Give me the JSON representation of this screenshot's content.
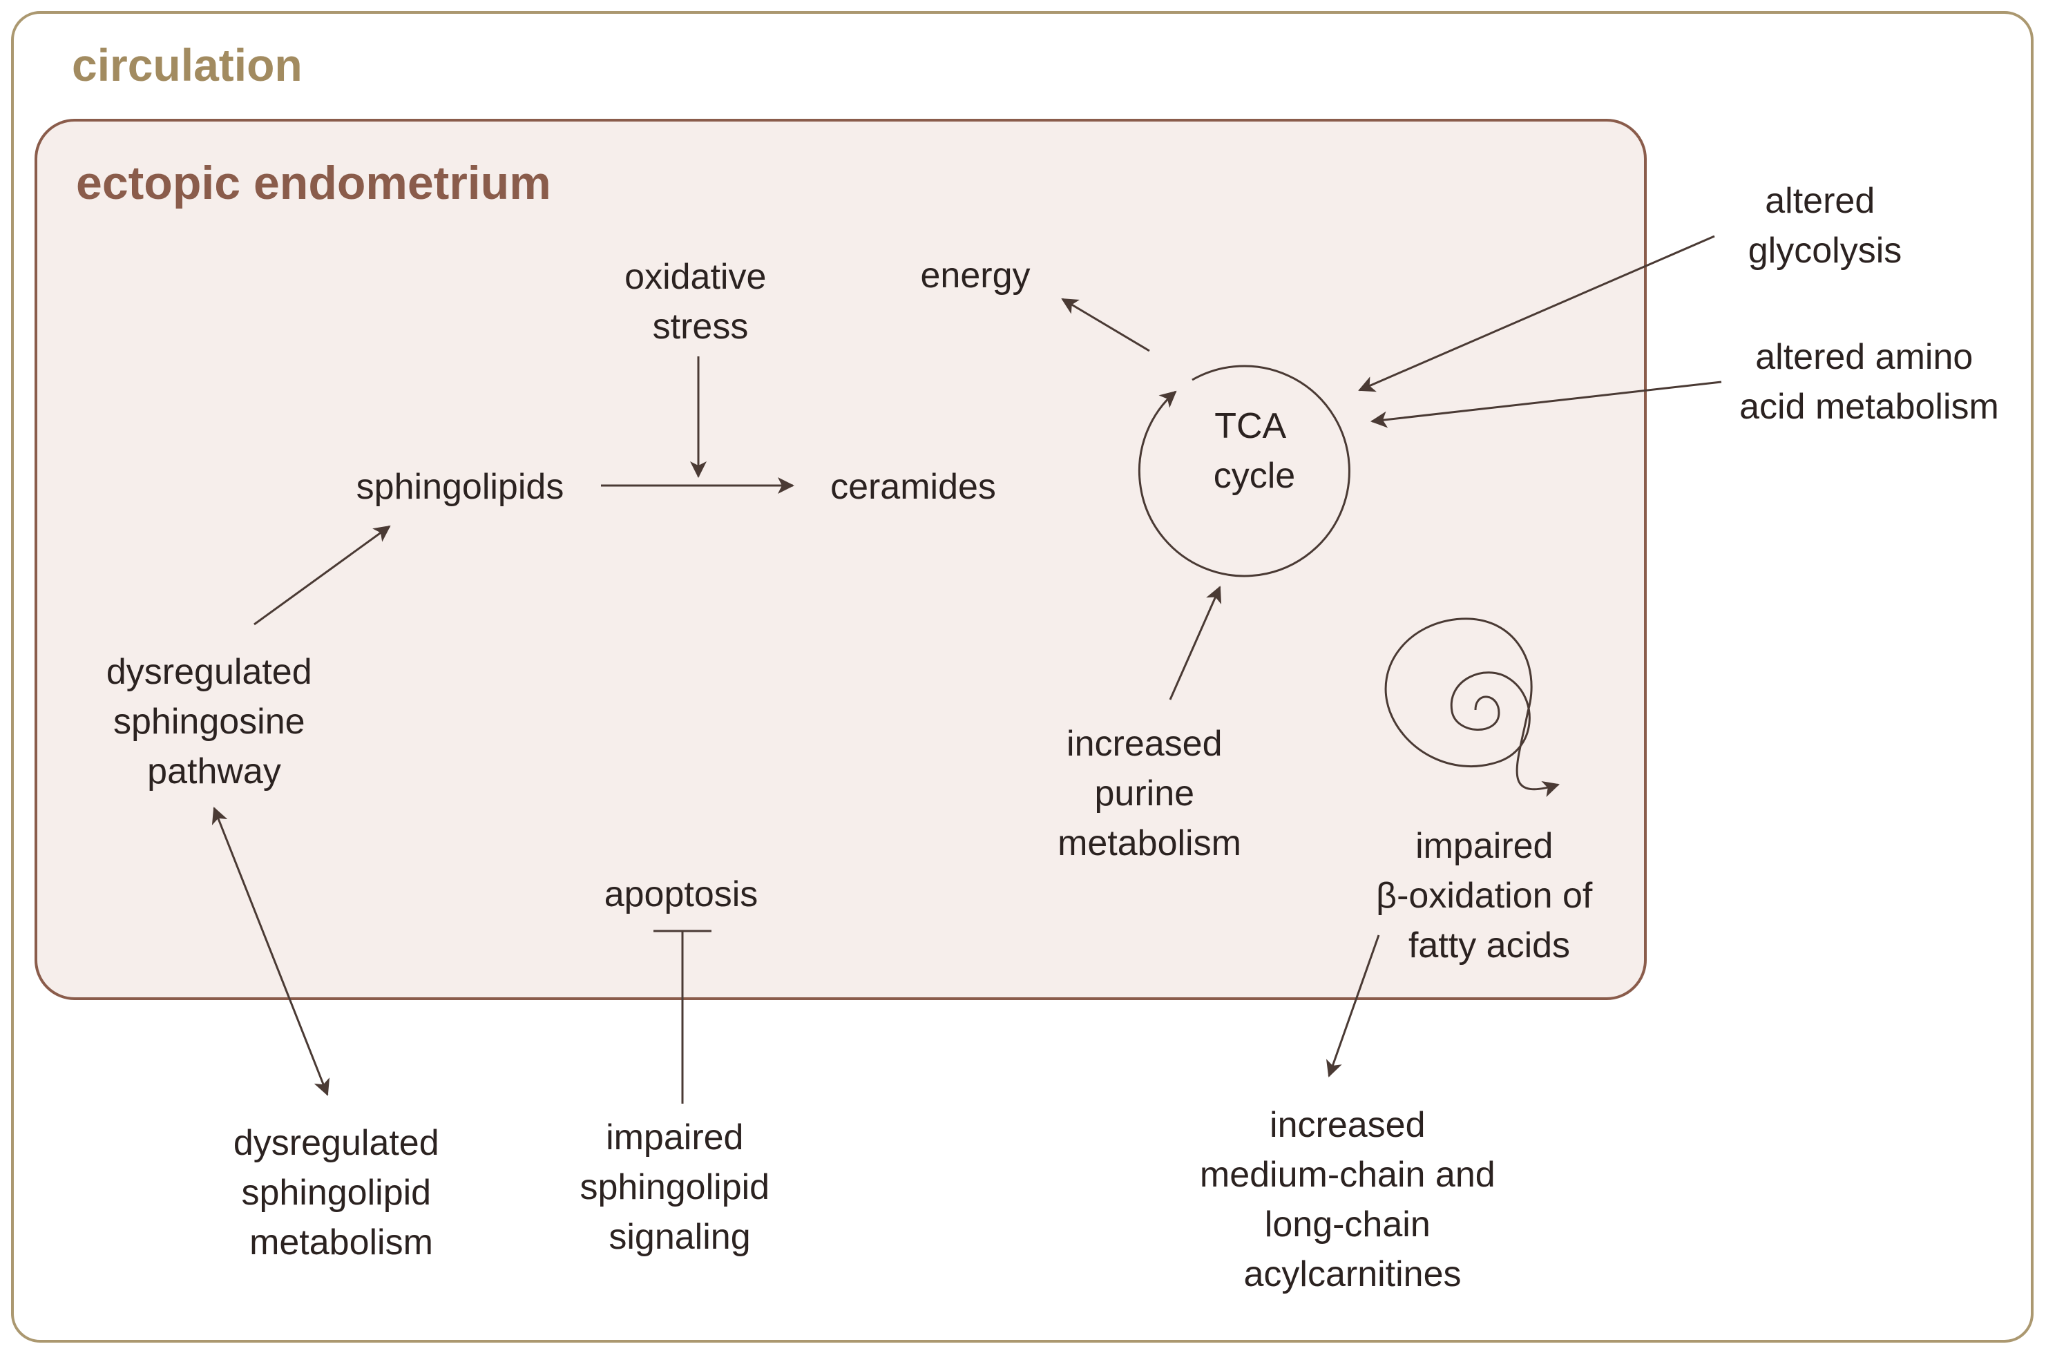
{
  "colors": {
    "outer_border": "#ab9870",
    "outer_title": "#a28b60",
    "inner_fill": "#f6eeeb",
    "inner_border": "#8a5c4b",
    "inner_title": "#8a5c4b",
    "text": "#2b2220",
    "edge": "#4a3a34"
  },
  "compartments": {
    "outer": {
      "title": "circulation"
    },
    "inner": {
      "title": "ectopic endometrium"
    }
  },
  "nodes": {
    "oxidative_stress": [
      "oxidative",
      "stress"
    ],
    "energy": [
      "energy"
    ],
    "sphingolipids": [
      "sphingolipids"
    ],
    "ceramides": [
      "ceramides"
    ],
    "tca_cycle": [
      "TCA",
      "cycle"
    ],
    "altered_glycolysis": [
      "altered",
      "glycolysis"
    ],
    "altered_amino_acid": [
      "altered amino",
      "acid metabolism"
    ],
    "dysregulated_sphingosine": [
      "dysregulated",
      "sphingosine",
      "pathway"
    ],
    "increased_purine": [
      "increased",
      "purine",
      "metabolism"
    ],
    "impaired_beta_oxidation": [
      "impaired",
      "β-oxidation of",
      "fatty acids"
    ],
    "apoptosis": [
      "apoptosis"
    ],
    "dysregulated_sphingolipid_metabolism": [
      "dysregulated",
      "sphingolipid",
      "metabolism"
    ],
    "impaired_sphingolipid_signaling": [
      "impaired",
      "sphingolipid",
      "signaling"
    ],
    "increased_acylcarnitines": [
      "increased",
      "medium-chain and",
      "long-chain",
      "acylcarnitines"
    ]
  },
  "edges": [
    {
      "from": "oxidative_stress",
      "to": "sphingolipids-ceramides-arrow",
      "type": "arrow"
    },
    {
      "from": "sphingolipids",
      "to": "ceramides",
      "type": "arrow"
    },
    {
      "from": "tca_cycle",
      "to": "energy",
      "type": "arrow"
    },
    {
      "from": "altered_glycolysis",
      "to": "tca_cycle",
      "type": "arrow"
    },
    {
      "from": "altered_amino_acid",
      "to": "tca_cycle",
      "type": "arrow"
    },
    {
      "from": "increased_purine",
      "to": "tca_cycle",
      "type": "arrow"
    },
    {
      "from": "dysregulated_sphingosine",
      "to": "sphingolipids",
      "type": "arrow"
    },
    {
      "from": "dysregulated_sphingosine",
      "to": "dysregulated_sphingolipid_metabolism",
      "type": "double-arrow"
    },
    {
      "from": "impaired_sphingolipid_signaling",
      "to": "apoptosis",
      "type": "inhibition"
    },
    {
      "from": "impaired_beta_oxidation",
      "to": "increased_acylcarnitines",
      "type": "arrow"
    }
  ],
  "icons": {
    "tca_cycle": "circular-cycle-arrow-icon",
    "beta_oxidation": "spiral-arrow-icon"
  }
}
